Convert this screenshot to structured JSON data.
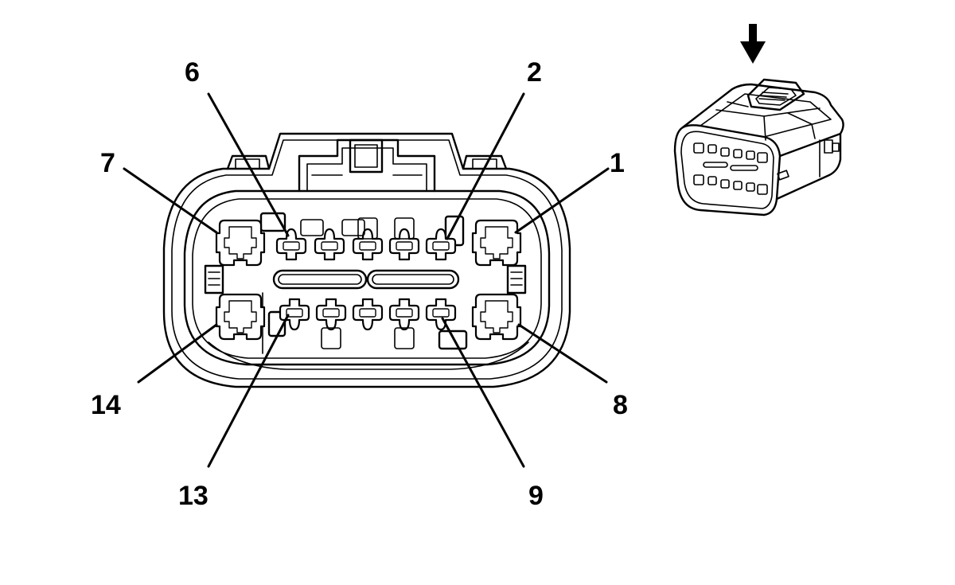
{
  "diagram": {
    "pin_labels": [
      {
        "id": "pin-6",
        "text": "6"
      },
      {
        "id": "pin-2",
        "text": "2"
      },
      {
        "id": "pin-7",
        "text": "7"
      },
      {
        "id": "pin-1",
        "text": "1"
      },
      {
        "id": "pin-14",
        "text": "14"
      },
      {
        "id": "pin-8",
        "text": "8"
      },
      {
        "id": "pin-13",
        "text": "13"
      },
      {
        "id": "pin-9",
        "text": "9"
      }
    ],
    "colors": {
      "line": "#000000",
      "background": "#ffffff"
    },
    "icons": [
      "view-direction-arrow-icon",
      "connector-isometric-view"
    ]
  }
}
